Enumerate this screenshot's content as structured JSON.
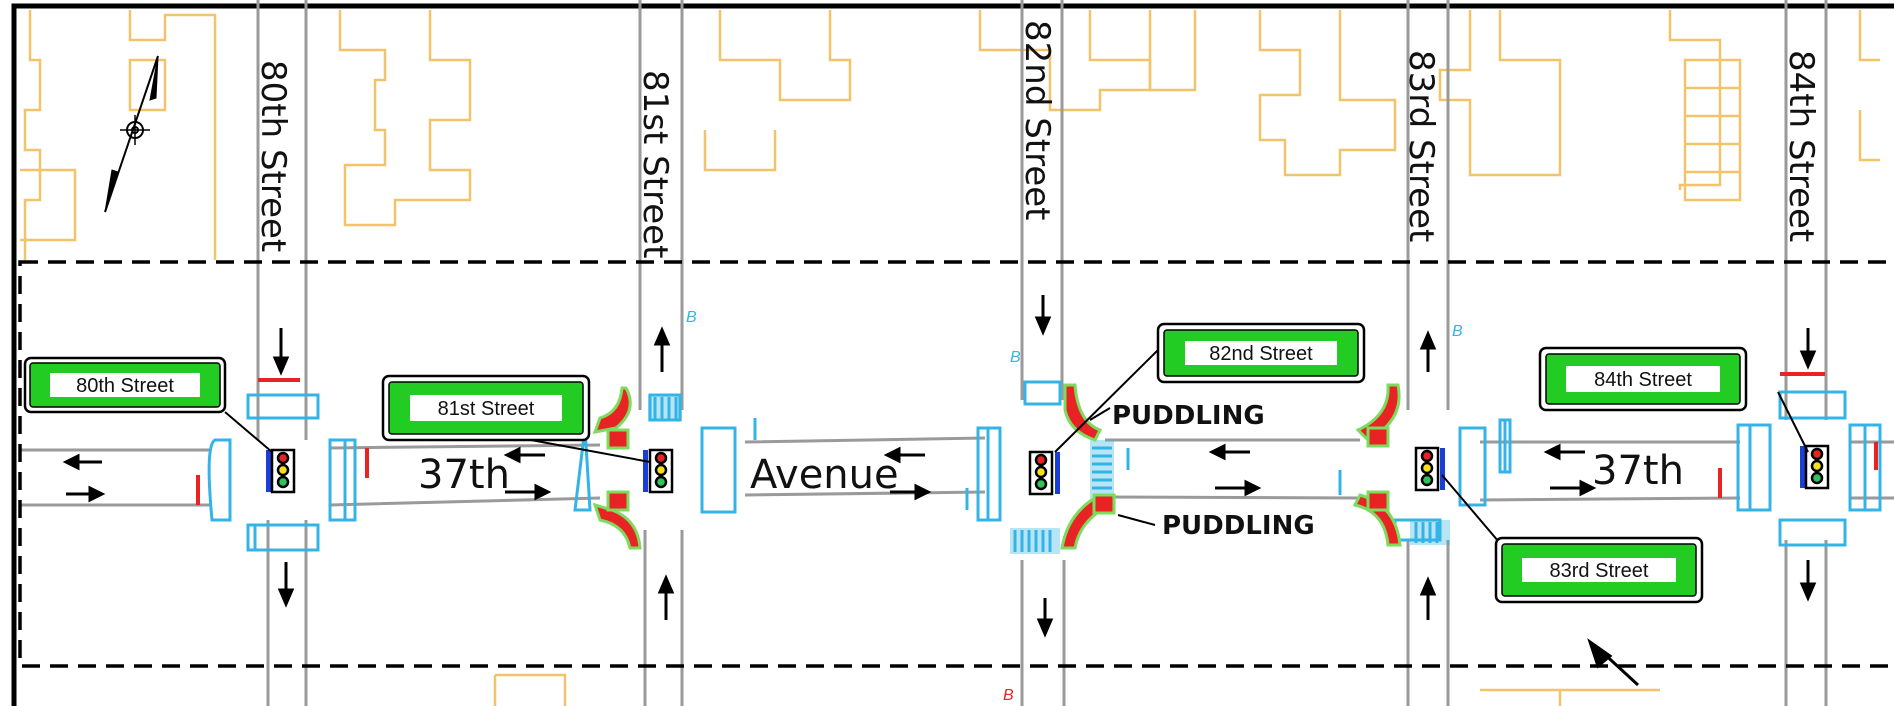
{
  "streets": {
    "s80": "80th  Street",
    "s81": "81st  Street",
    "s82": "82nd  Street",
    "s83": "83rd  Street",
    "s84": "84th  Street"
  },
  "avenue": {
    "left": "37th",
    "middle": "Avenue",
    "right": "37th"
  },
  "signs": {
    "sign80": "80th Street",
    "sign81": "81st Street",
    "sign82": "82nd Street",
    "sign83": "83rd Street",
    "sign84": "84th Street"
  },
  "notes": {
    "puddling_top": "PUDDLING",
    "puddling_bottom": "PUDDLING"
  },
  "markers": {
    "b": "B"
  },
  "colors": {
    "building_outline": "#f2c46a",
    "road_edge": "#9a9a9a",
    "crosswalk": "#34b4e6",
    "curb_ramp": "#e82323",
    "ramp_fill": "#7ddc5e",
    "sign_green": "#22cc22",
    "signal_blue": "#1a3fd6",
    "red_bar": "#e82323"
  }
}
